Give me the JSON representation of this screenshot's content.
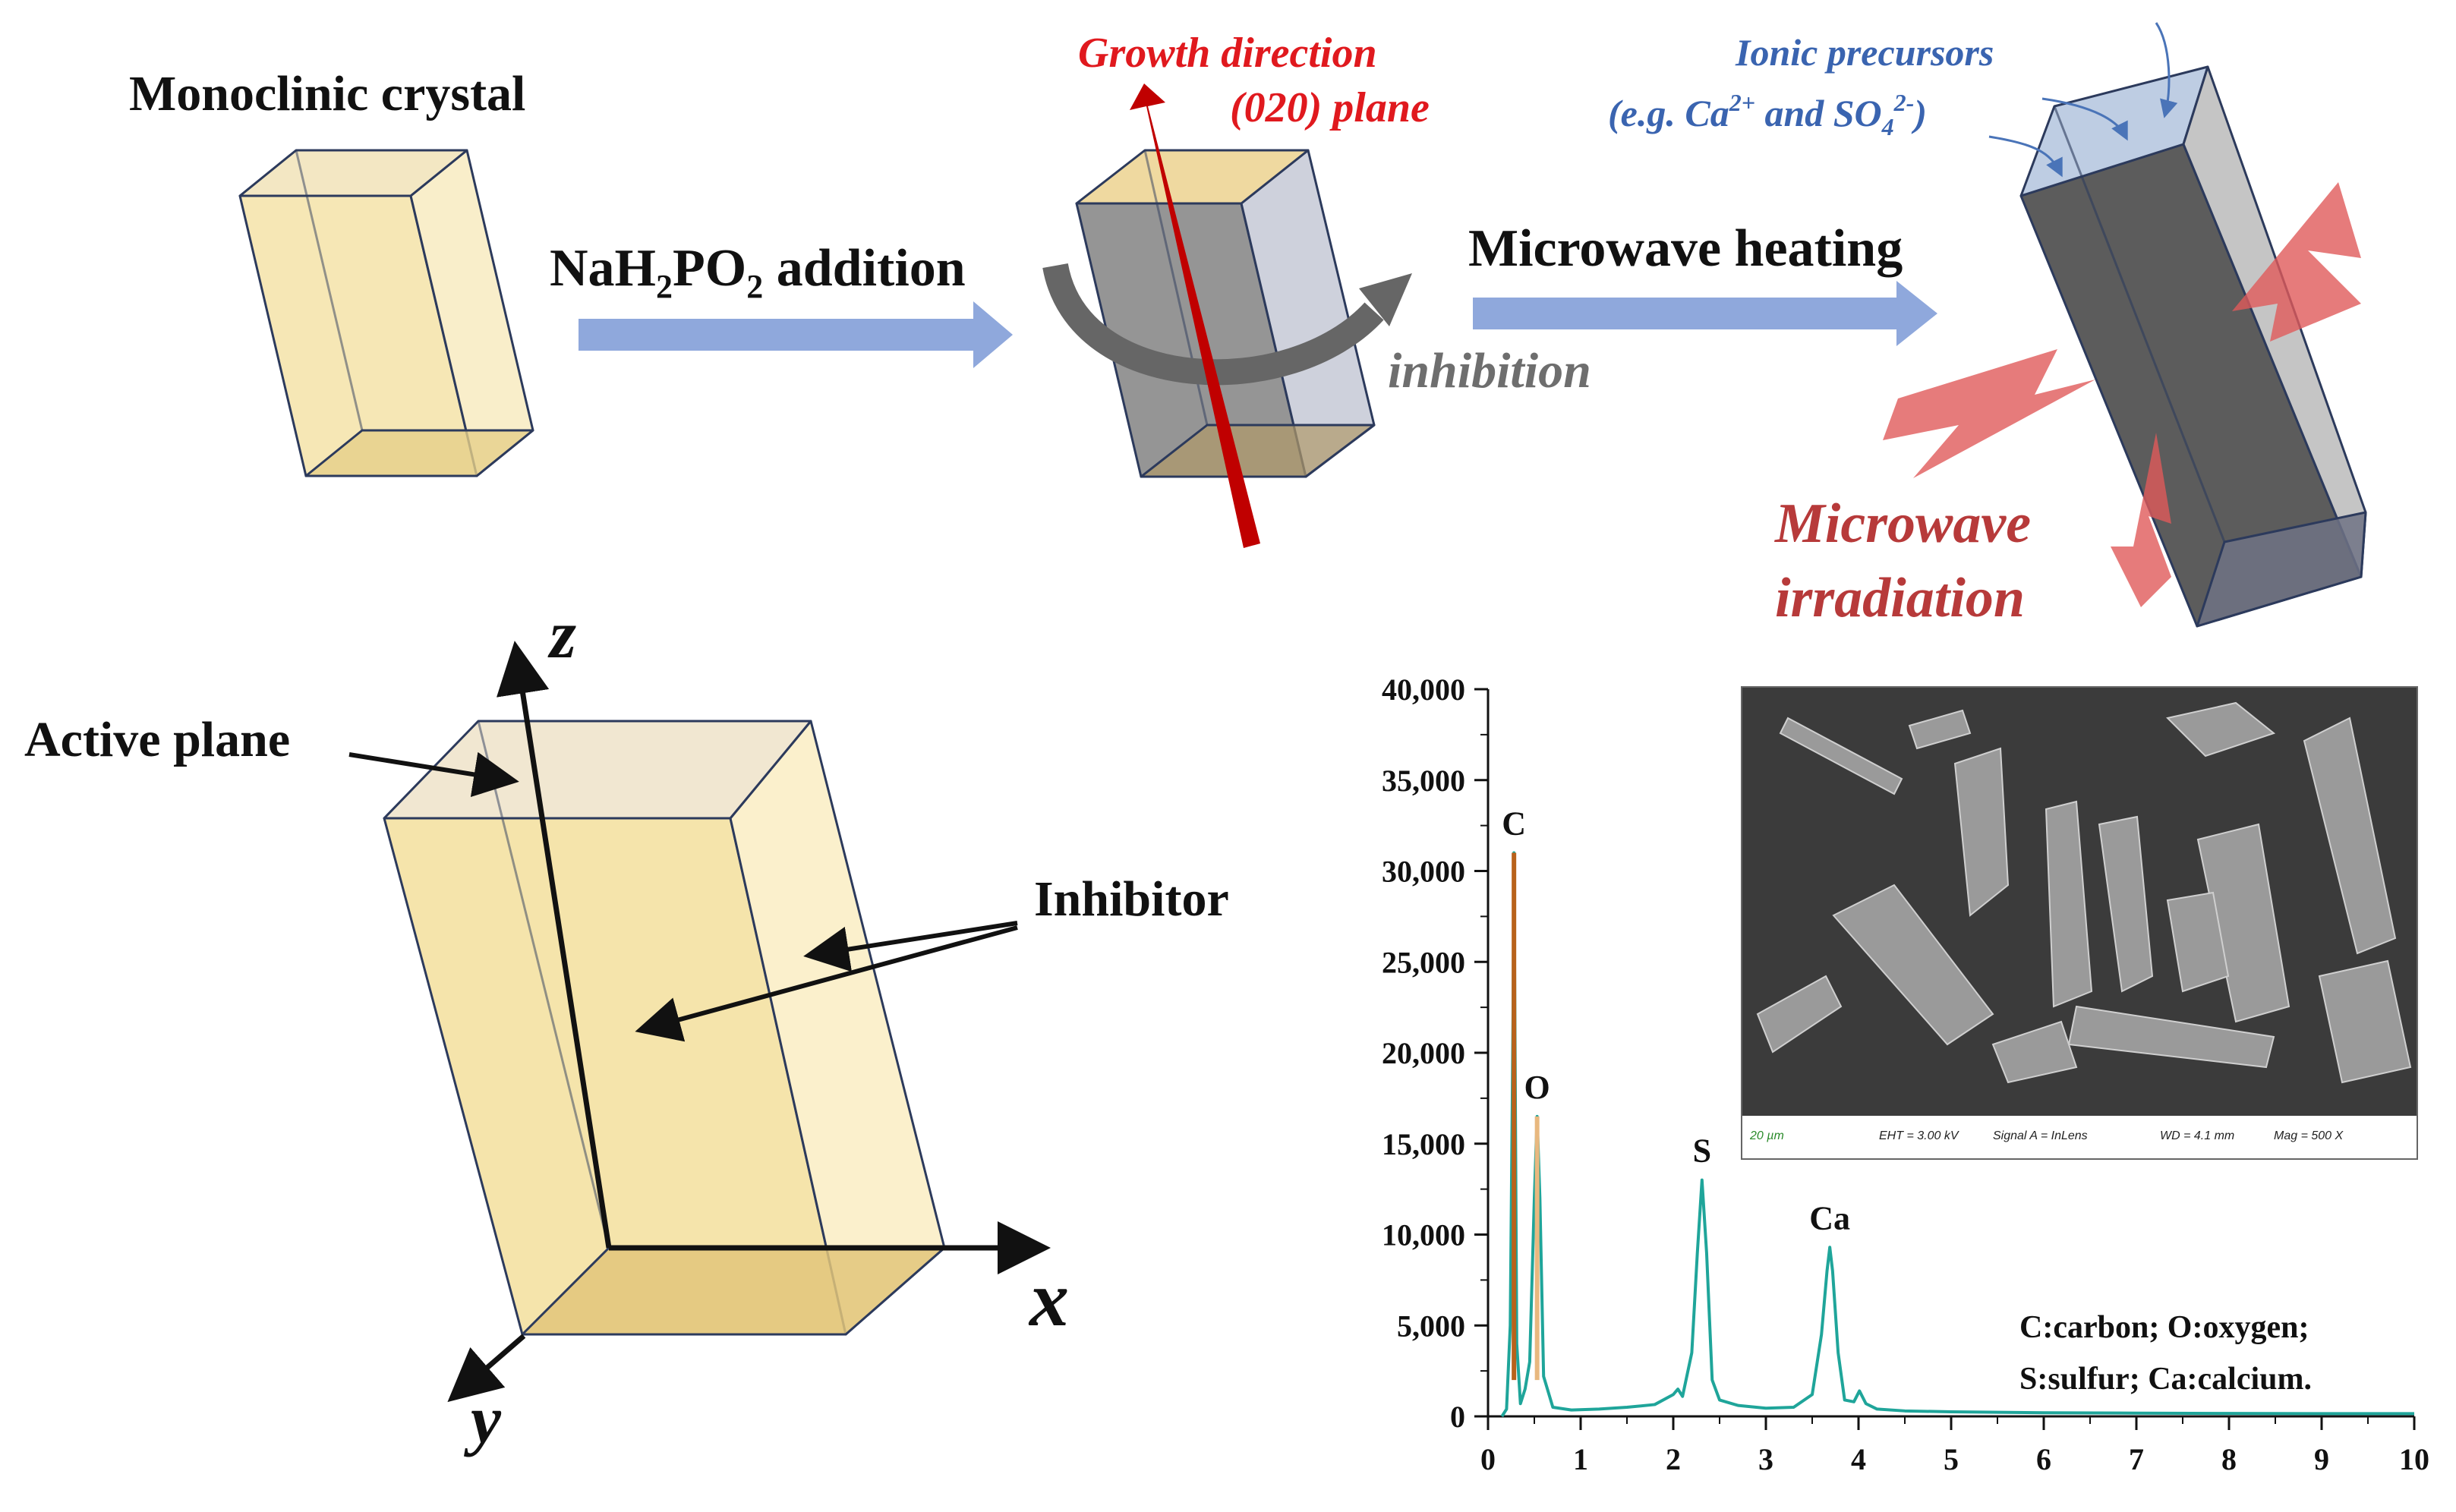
{
  "top_row": {
    "monoclinic_label": "Monoclinic crystal",
    "step1_prefix": "NaH",
    "step1_sub1": "2",
    "step1_mid": "PO",
    "step1_sub2": "2",
    "step1_suffix": " addition",
    "growth_direction": "Growth direction",
    "plane_020": "(020) plane",
    "inhibition": "inhibition",
    "step2_label": "Microwave heating",
    "ionic_line1": "Ionic precursors",
    "ionic_line2_a": "(e.g. Ca",
    "ionic_sup1": "2+",
    "ionic_line2_b": " and SO",
    "ionic_sub": "4",
    "ionic_sup2": "2-",
    "ionic_line2_c": ")",
    "microwave_line1": "Microwave",
    "microwave_line2": "irradiation"
  },
  "axes_diagram": {
    "z": "z",
    "x": "x",
    "y": "y",
    "active_plane": "Active plane",
    "inhibitor": "Inhibitor"
  },
  "sem_inset": {
    "scale": "20 µm",
    "eht": "EHT =  3.00 kV",
    "signal": "Signal A = InLens",
    "wd": "WD =  4.1 mm",
    "mag": "Mag =  500 X"
  },
  "chart_data": {
    "type": "line",
    "xlim": [
      0,
      10
    ],
    "ylim": [
      0,
      40000
    ],
    "x_ticks": [
      "0",
      "1",
      "2",
      "3",
      "4",
      "5",
      "6",
      "7",
      "8",
      "9",
      "10"
    ],
    "y_ticks": [
      "0",
      "5,000",
      "10,000",
      "15,000",
      "20,000",
      "25,000",
      "30,000",
      "35,000",
      "40,000"
    ],
    "peaks": [
      {
        "label": "C",
        "x": 0.28,
        "y": 31000
      },
      {
        "label": "O",
        "x": 0.53,
        "y": 16500
      },
      {
        "label": "S",
        "x": 2.31,
        "y": 13000
      },
      {
        "label": "Ca",
        "x": 3.69,
        "y": 9300
      }
    ],
    "spectrum": {
      "x": [
        0.15,
        0.2,
        0.24,
        0.27,
        0.28,
        0.29,
        0.31,
        0.35,
        0.4,
        0.45,
        0.5,
        0.53,
        0.56,
        0.6,
        0.7,
        0.9,
        1.2,
        1.5,
        1.8,
        2.0,
        2.05,
        2.1,
        2.2,
        2.26,
        2.31,
        2.36,
        2.42,
        2.5,
        2.7,
        3.0,
        3.3,
        3.5,
        3.6,
        3.66,
        3.69,
        3.72,
        3.78,
        3.85,
        3.95,
        4.01,
        4.08,
        4.2,
        4.5,
        5.0,
        6.0,
        7.0,
        8.0,
        9.0,
        10.0
      ],
      "y": [
        0,
        400,
        5000,
        22000,
        31000,
        22000,
        4000,
        700,
        1500,
        3000,
        12000,
        16500,
        12000,
        2200,
        500,
        350,
        400,
        500,
        650,
        1200,
        1500,
        1100,
        3500,
        9000,
        13000,
        9000,
        2000,
        900,
        600,
        450,
        500,
        1200,
        4500,
        8000,
        9300,
        8000,
        3500,
        900,
        800,
        1400,
        700,
        400,
        300,
        250,
        200,
        180,
        160,
        150,
        150
      ]
    },
    "legend_lines": [
      "C:carbon; O:oxygen;",
      "S:sulfur;   Ca:calcium."
    ],
    "colors": {
      "spectrum": "#1fa59a",
      "carbon_peak": "#b8621b",
      "oxygen_peak": "#e8b87f"
    }
  }
}
